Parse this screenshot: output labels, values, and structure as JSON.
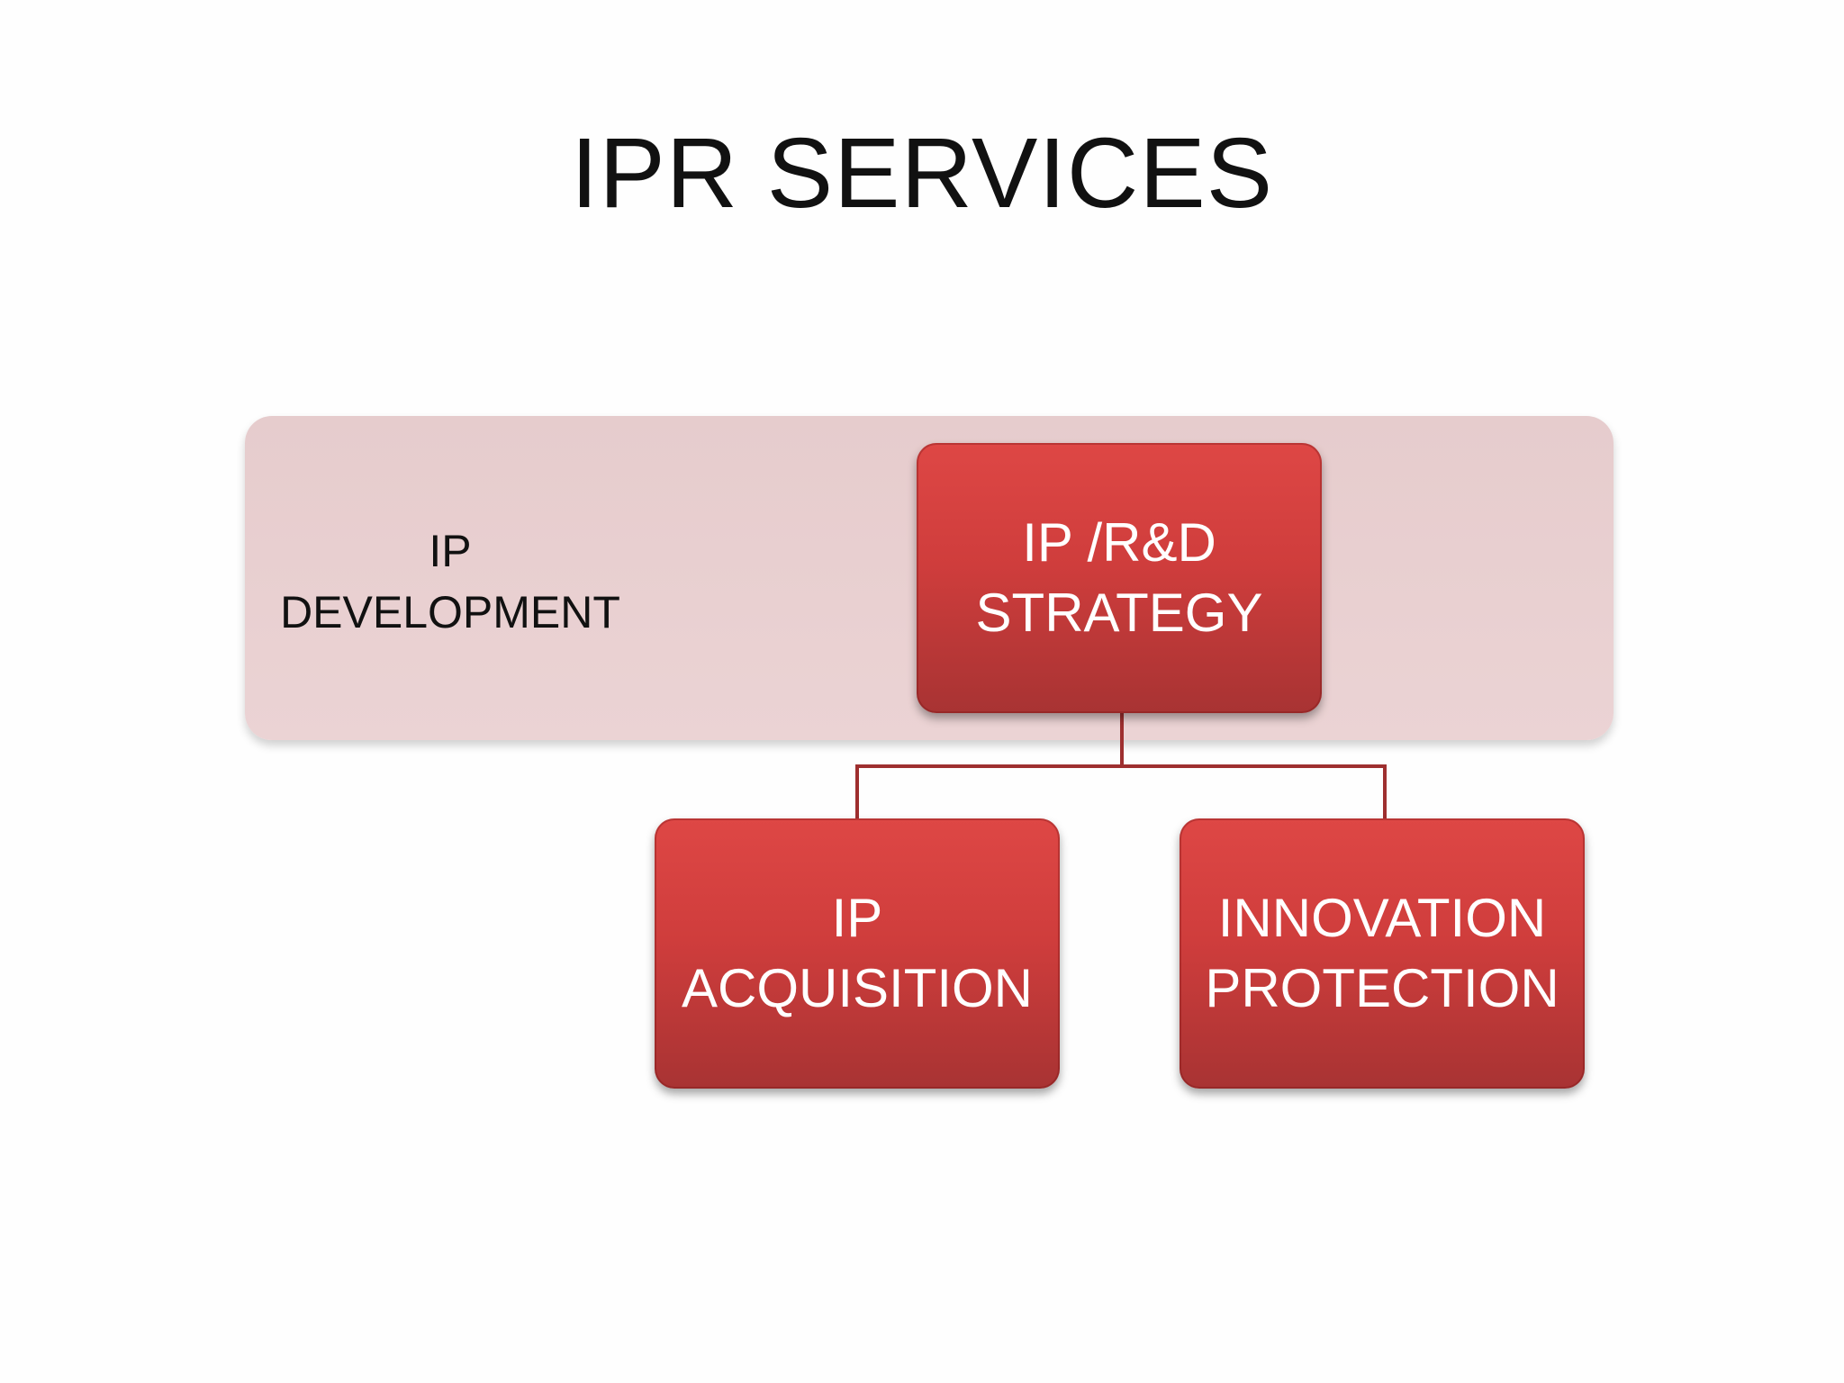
{
  "title": "IPR SERVICES",
  "band": {
    "label": "IP\nDEVELOPMENT"
  },
  "nodes": {
    "root": "IP /R&D\nSTRATEGY",
    "left": "IP\nACQUISITION",
    "right": "INNOVATION\nPROTECTION"
  },
  "colors": {
    "node_fill": "#cf3d3c",
    "band_fill": "#e8cfd0",
    "connector": "#9e2f2f"
  }
}
